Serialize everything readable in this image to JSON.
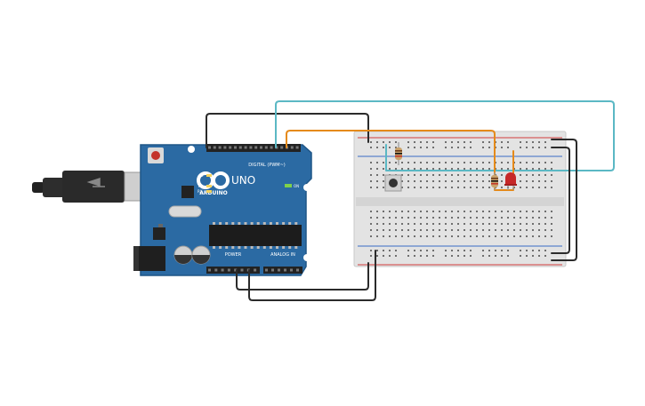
{
  "board": {
    "logo_text": "ARDUINO",
    "model": "UNO",
    "digital_header": "DIGITAL (PWM~)",
    "power_header": "POWER",
    "analog_header": "ANALOG IN",
    "led_l": "L",
    "led_tx": "TX",
    "led_rx": "RX",
    "led_on": "ON",
    "colors": {
      "pcb": "#2b6aa3",
      "pcb_edge": "#1f5687",
      "header": "#222222"
    }
  },
  "wires": {
    "colors": {
      "black": "#2b2b2b",
      "orange": "#e58a1a",
      "teal": "#5bb8c4"
    }
  },
  "breadboard": {
    "colors": {
      "body": "#e3e3e3",
      "rail_red": "#d33d3d",
      "rail_blue": "#3a6bc4"
    }
  },
  "components": {
    "led_color": "#c62828",
    "button_color": "#333333",
    "resistor_color": "#c9a26a"
  }
}
